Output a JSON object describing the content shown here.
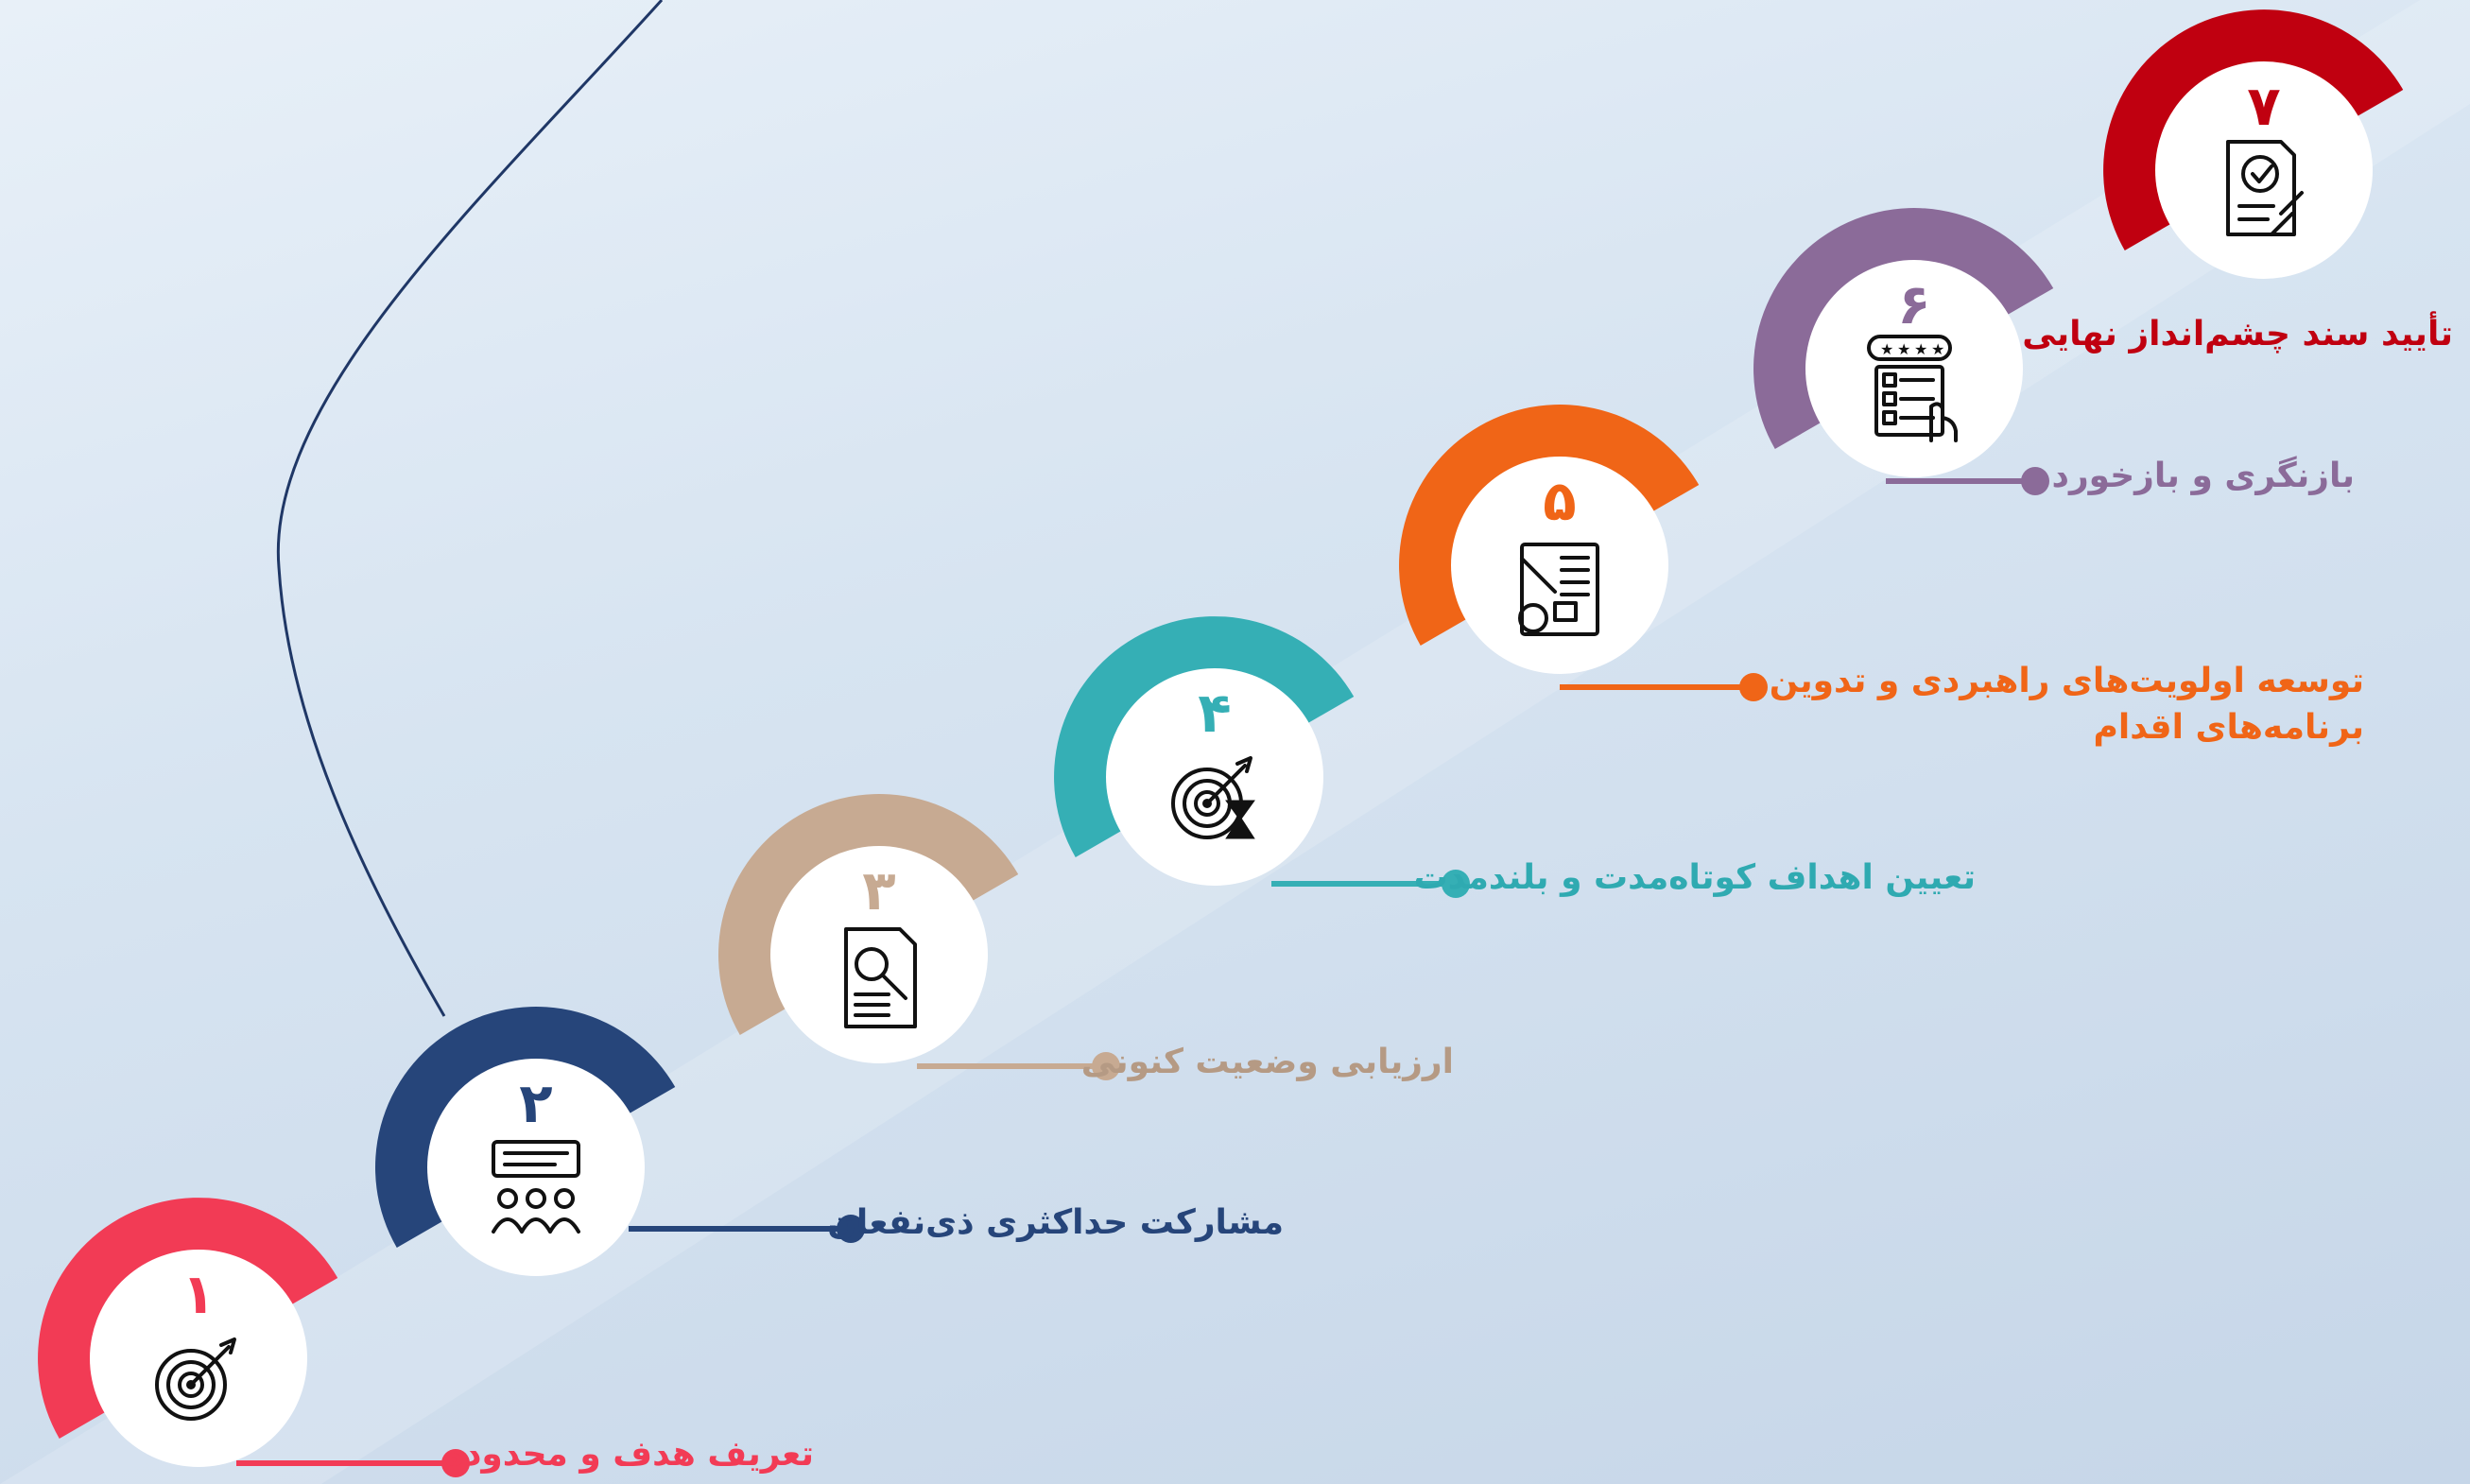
{
  "steps": [
    {
      "number": "۱",
      "title": "تعریف هدف و محدوده",
      "color": "#f23b55",
      "icon": "target-arrow-icon"
    },
    {
      "number": "۲",
      "title": "مشارکت حداکثری ذی‌نفعان",
      "color": "#26457a",
      "icon": "stakeholder-group-icon"
    },
    {
      "number": "۳",
      "title": "ارزیابی وضعیت کنونی",
      "color": "#c7aa92",
      "icon": "document-magnifier-icon"
    },
    {
      "number": "۴",
      "title": "تعیین اهداف کوتاه‌مدت و بلندمدت",
      "color": "#35afb5",
      "icon": "target-hourglass-icon"
    },
    {
      "number": "۵",
      "title": "توسعه اولویت‌های راهبردی و تدوین برنامه‌های اقدام",
      "color": "#f06517",
      "icon": "planning-blueprint-icon"
    },
    {
      "number": "۶",
      "title": "بازنگری و بازخورد",
      "color": "#8b6b99",
      "icon": "rating-checklist-icon"
    },
    {
      "number": "۷",
      "title": "تأیید سند چشم‌انداز نهایی",
      "color": "#c00010",
      "icon": "approved-document-icon"
    }
  ]
}
